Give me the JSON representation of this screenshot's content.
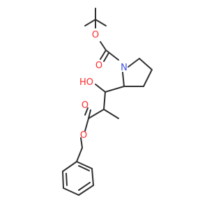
{
  "atoms": {
    "ring_nitrogen": {
      "label": "N",
      "color": "#3b4fe4"
    },
    "carbamate_ether_oxygen": {
      "label": "O",
      "color": "#ff2a2a"
    },
    "carbamate_carbonyl_oxygen": {
      "label": "O",
      "color": "#ff2a2a"
    },
    "hydroxyl_group": {
      "label": "HO",
      "color": "#ff2a2a"
    },
    "ester_carbonyl_oxygen": {
      "label": "O",
      "color": "#ff2a2a"
    },
    "ester_ether_oxygen": {
      "label": "O",
      "color": "#ff2a2a"
    }
  },
  "colors": {
    "bond": "#2f2f2f",
    "background": "#ffffff"
  }
}
